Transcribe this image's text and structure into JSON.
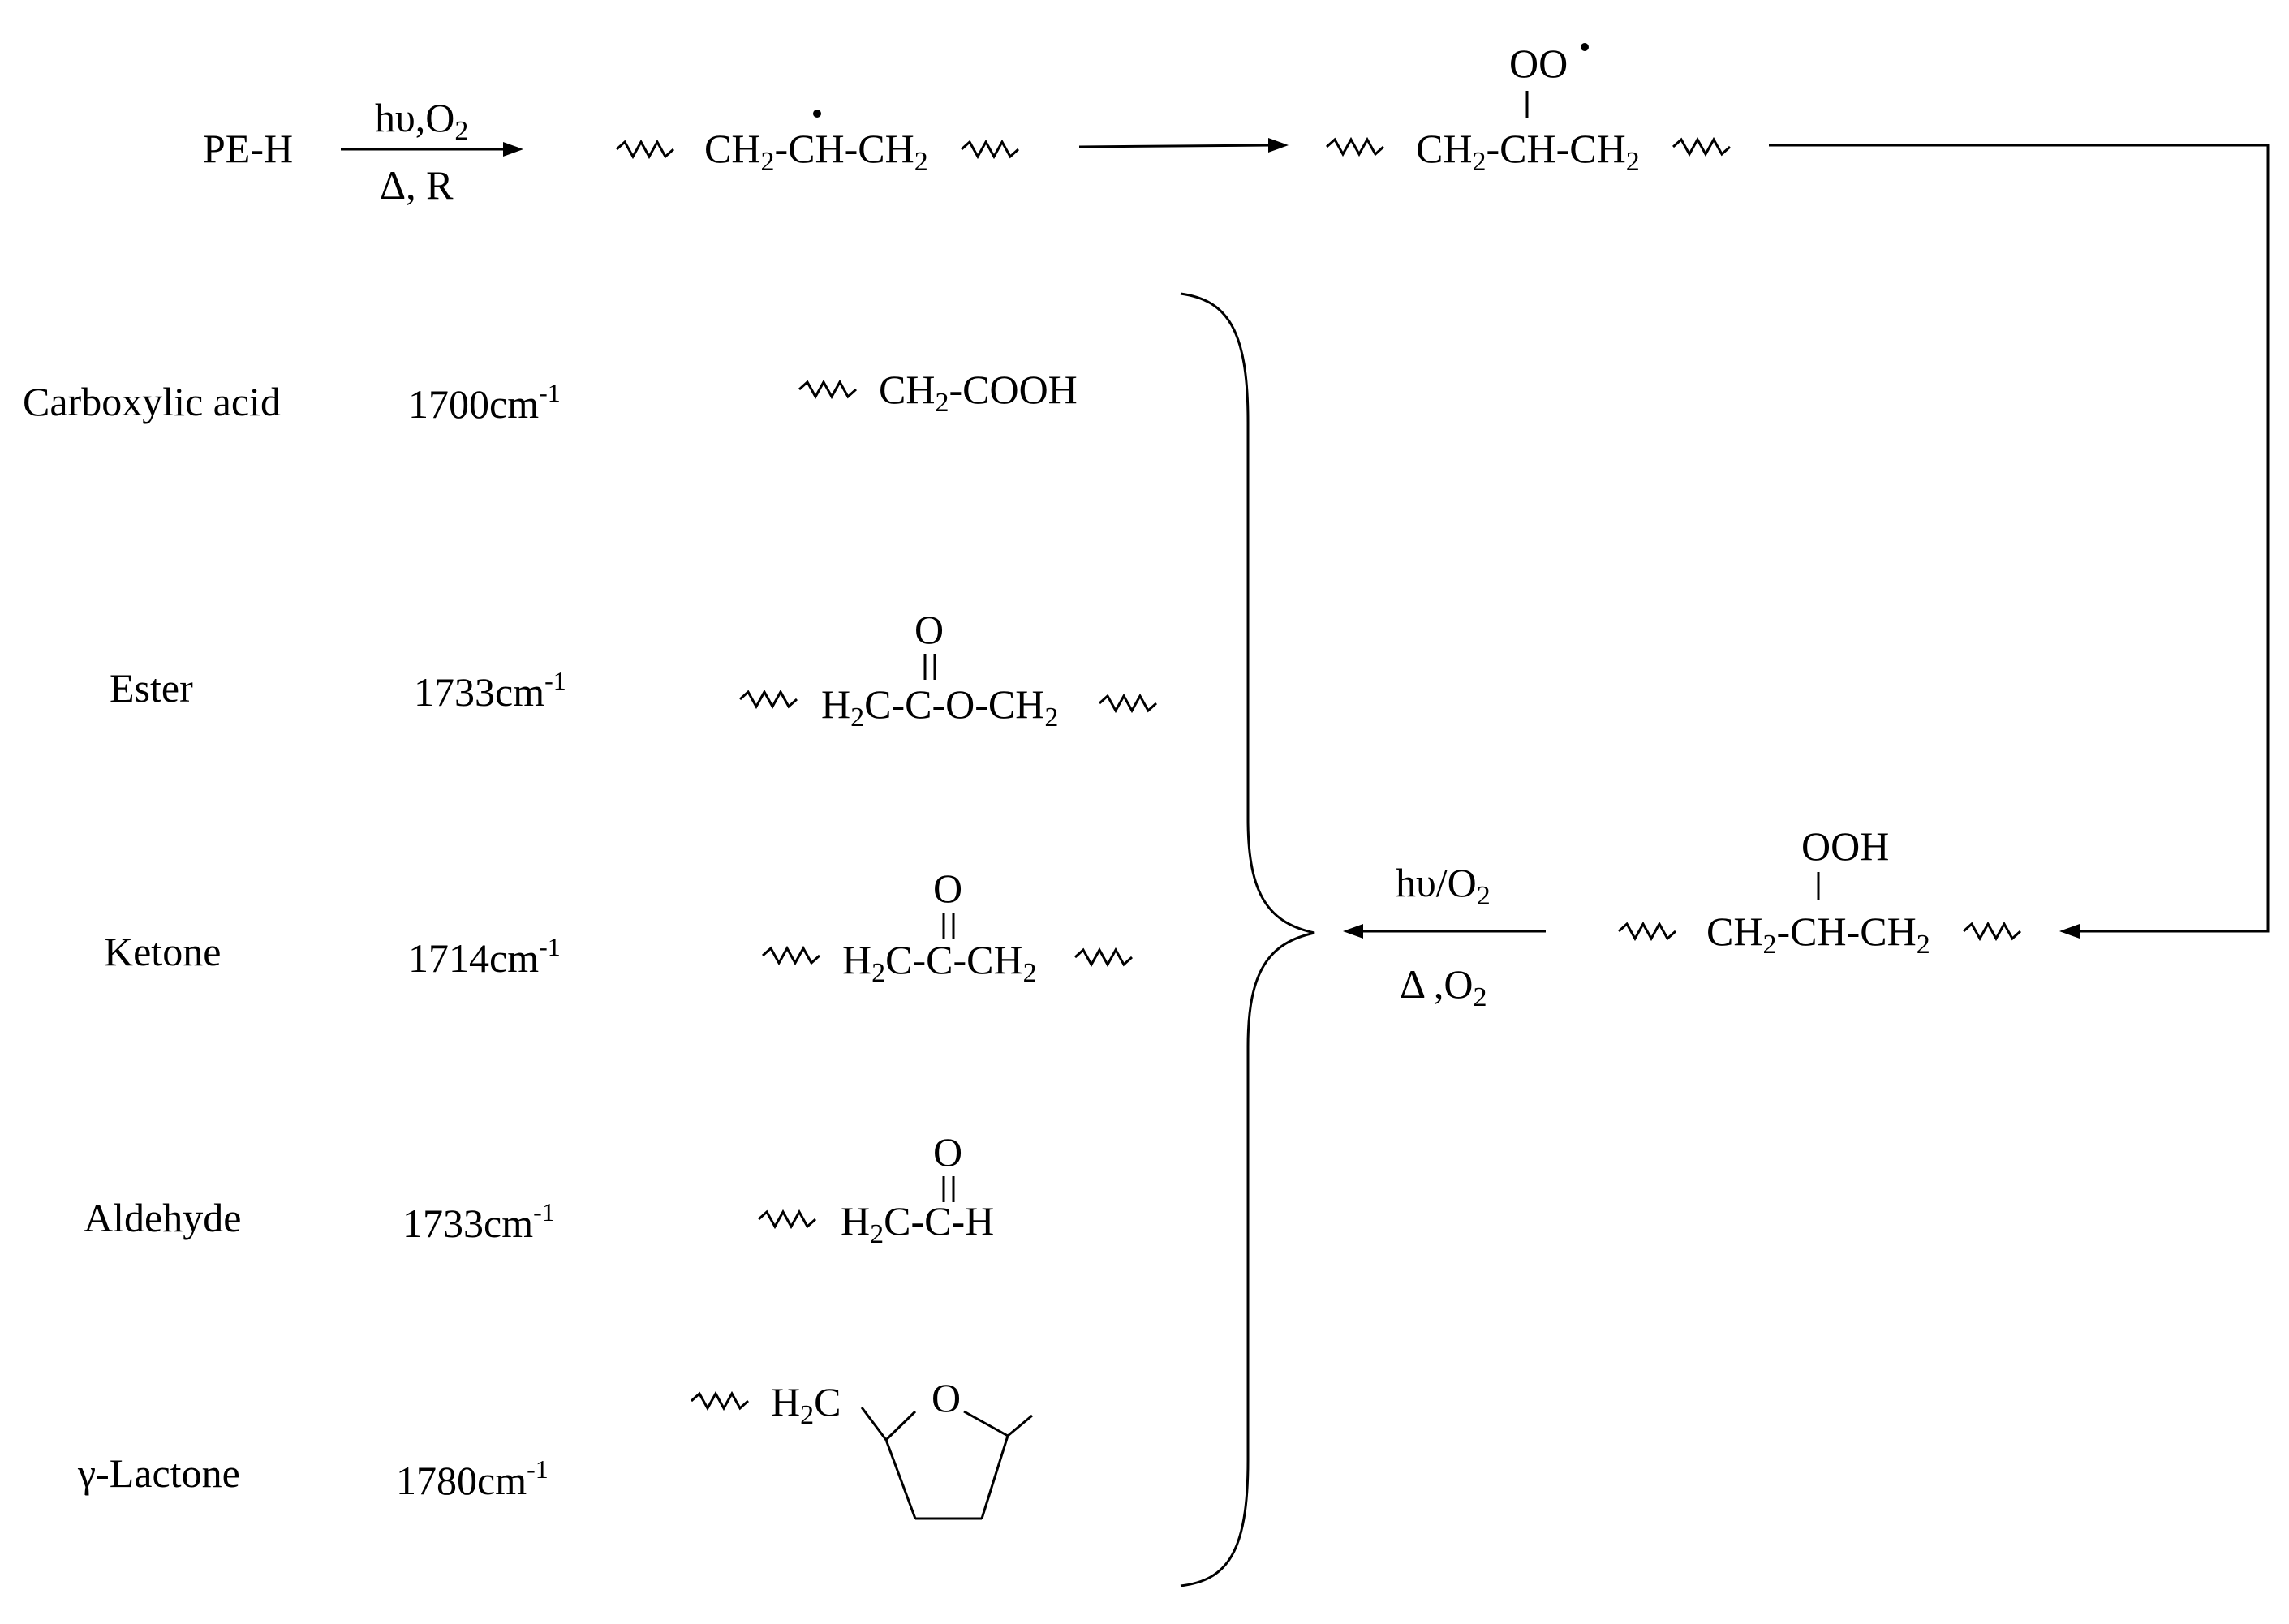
{
  "pathway": {
    "start": "PE-H",
    "step1_above": "hυ,O",
    "step1_above_sub": "2",
    "step1_below": "Δ, R",
    "radical": {
      "a": "CH",
      "a_sub": "2",
      "b": "-CH-CH",
      "b_sub": "2"
    },
    "peroxy": {
      "top": "OO",
      "a": "CH",
      "a_sub": "2",
      "b": "-CH-CH",
      "b_sub": "2"
    },
    "hydroperoxide": {
      "top": "OOH",
      "a": "CH",
      "a_sub": "2",
      "b": "-CH-CH",
      "b_sub": "2"
    },
    "step_final_above": "hυ/O",
    "step_final_above_sub": "2",
    "step_final_below": "Δ ,O",
    "step_final_below_sub": "2"
  },
  "products": [
    {
      "name": "Carboxylic acid",
      "wavenumber": "1700cm",
      "unit_sup": "-1",
      "formula": {
        "p1": "CH",
        "p1_sub": "2",
        "p2": "-COOH"
      }
    },
    {
      "name": "Ester",
      "wavenumber": "1733cm",
      "unit_sup": "-1",
      "formula": {
        "top": "O",
        "p1": "H",
        "p1_sub": "2",
        "p2": "C-C-O-CH",
        "p2_sub": "2"
      }
    },
    {
      "name": "Ketone",
      "wavenumber": "1714cm",
      "unit_sup": "-1",
      "formula": {
        "top": "O",
        "p1": "H",
        "p1_sub": "2",
        "p2": "C-C-CH",
        "p2_sub": "2"
      }
    },
    {
      "name": "Aldehyde",
      "wavenumber": "1733cm",
      "unit_sup": "-1",
      "formula": {
        "top": "O",
        "p1": "H",
        "p1_sub": "2",
        "p2": "C-C-H"
      }
    },
    {
      "name": "γ-Lactone",
      "wavenumber": "1780cm",
      "unit_sup": "-1",
      "formula": {
        "p1": "H",
        "p1_sub": "2",
        "p2": "C",
        "ring_o": "O"
      }
    }
  ]
}
